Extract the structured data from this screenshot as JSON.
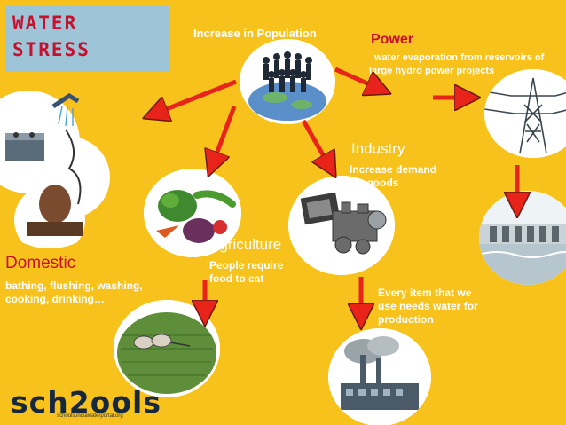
{
  "title": {
    "line1": "WATER",
    "line2": "STRESS"
  },
  "population": {
    "label": "Increase in Population",
    "icon": "people-globe-icon"
  },
  "power": {
    "heading": "Power",
    "description": "water evaporation from reservoirs of large hydro power projects",
    "icon": "pylon-icon"
  },
  "industry": {
    "heading": "Industry",
    "description": "Increase demand for goods",
    "icon": "machinery-icon"
  },
  "agriculture": {
    "heading": "Agriculture",
    "description": "People require food to eat",
    "icon": "vegetables-icon"
  },
  "domestic": {
    "heading": "Domestic",
    "description": "bathing, flushing, washing, cooking, drinking…",
    "icon": "shower-icon"
  },
  "production": {
    "description": "Every item that we use needs water for production",
    "icon": "factory-icon"
  },
  "logo": {
    "text": "sch2ools",
    "tagline": "schools.indiawaterportal.org"
  },
  "colors": {
    "background": "#f7c21b",
    "accent_red": "#c8102e",
    "title_box": "#9ec4d8",
    "arrow": "#e8231a"
  }
}
